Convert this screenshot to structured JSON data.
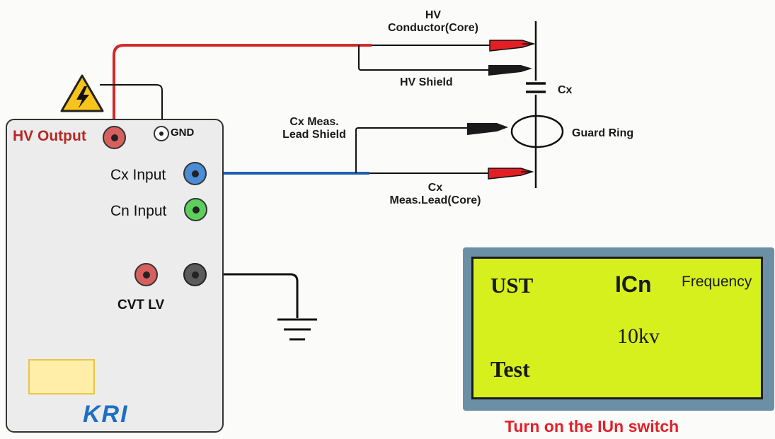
{
  "device": {
    "hv_output_label": "HV Output",
    "gnd_label": "GND",
    "cx_input_label": "Cx Input",
    "cn_input_label": "Cn Input",
    "cvt_lv_label": "CVT LV",
    "logo_text": "KRI"
  },
  "diagram": {
    "hv_line1": "HV",
    "hv_line2": "Conductor(Core)",
    "hv_shield": "HV Shield",
    "cx": "Cx",
    "cx_meas_line1": "Cx Meas.",
    "cx_meas_line2": "Lead Shield",
    "guard_ring": "Guard Ring",
    "cx_lead_line1": "Cx",
    "cx_lead_line2": "Meas.Lead(Core)"
  },
  "lcd": {
    "mode": "UST",
    "channel": "ICn",
    "frequency": "Frequency",
    "voltage": "10kv",
    "status": "Test"
  },
  "instruction": "Turn on the IUn switch",
  "colors": {
    "hv_wire": "#d42a2a",
    "cx_wire": "#1f5fb0",
    "lcd_bg": "#d6f01e",
    "lcd_frame": "#6b90a6",
    "instruction": "#e4202a",
    "clip_red": "#e31e24"
  },
  "icons": [
    "high-voltage-warning-icon",
    "ground-symbol-icon",
    "capacitor-symbol-icon",
    "alligator-clip-icon"
  ]
}
